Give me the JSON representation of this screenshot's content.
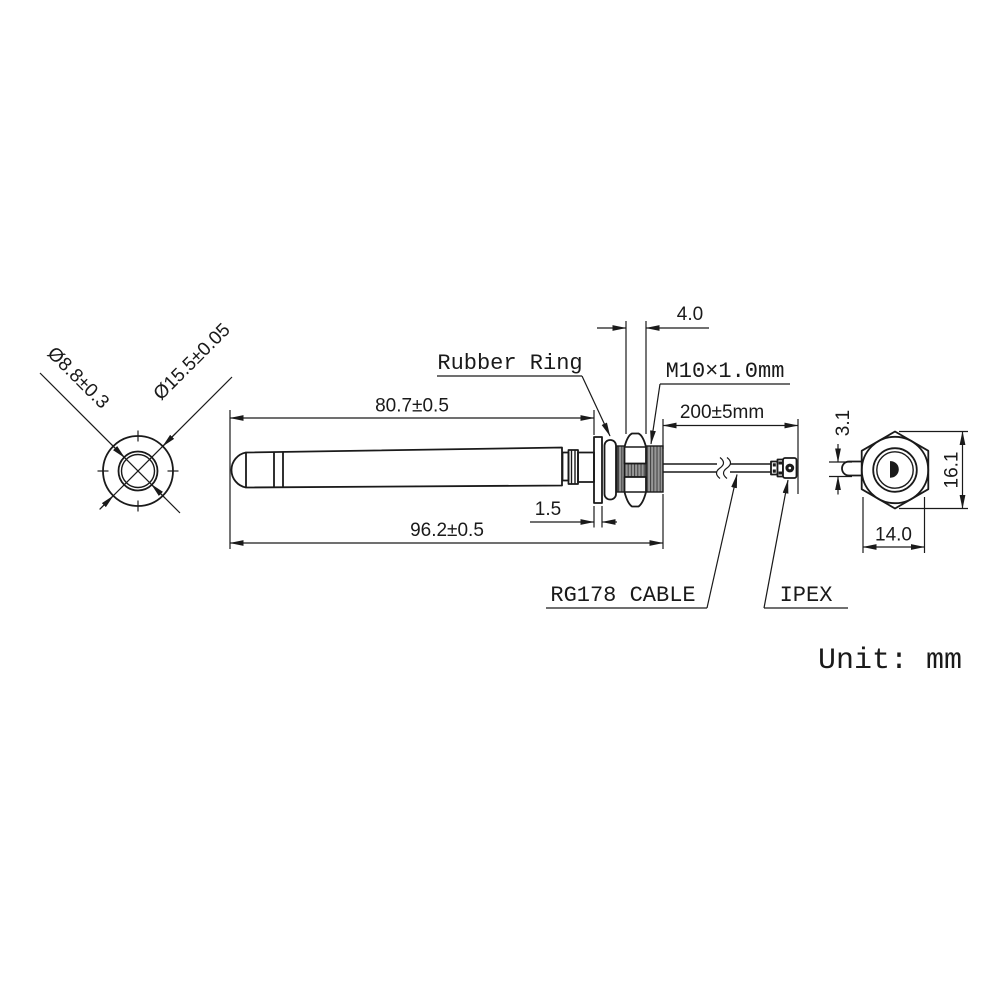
{
  "unit_note": "Unit: mm",
  "labels": {
    "rubber_ring": "Rubber Ring",
    "thread_spec": "M10×1.0mm",
    "cable": "RG178 CABLE",
    "connector": "IPEX"
  },
  "dimensions": {
    "body_length": "80.7±0.5",
    "overall_length": "96.2±0.5",
    "flange_thickness": "1.5",
    "thread_exposed_length": "4.0",
    "cable_length": "200±5mm",
    "connector_height": "3.1",
    "hex_across_corners": "16.1",
    "hex_across_flats": "14.0",
    "tip_inner_diameter": "Ø8.8±0.3",
    "tip_outer_diameter": "Ø15.5±0.05"
  },
  "colors": {
    "line": "#1a1a1a",
    "thread_fill": "#979797",
    "background": "#ffffff"
  }
}
